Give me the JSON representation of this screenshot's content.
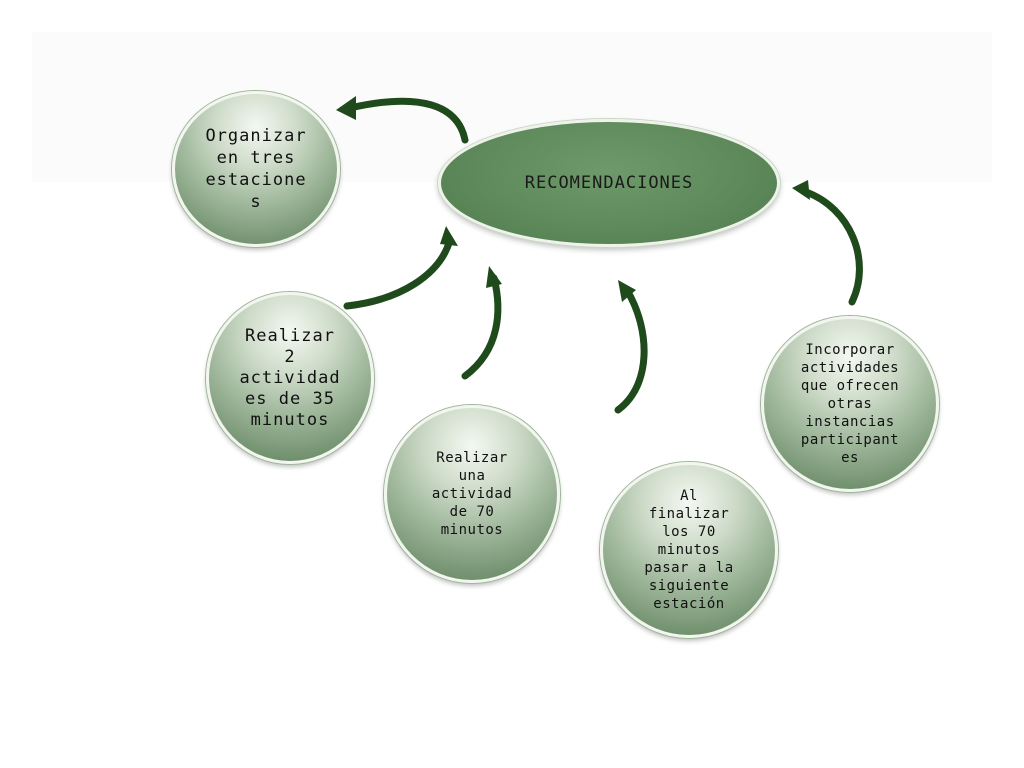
{
  "diagram": {
    "center": {
      "label": "RECOMENDACIONES"
    },
    "nodes": [
      {
        "id": "organizar",
        "label": "Organizar\nen tres\nestacione\ns"
      },
      {
        "id": "actividades-35",
        "label": "Realizar\n2\nactividad\nes de 35\nminutos"
      },
      {
        "id": "actividad-70",
        "label": "Realizar\nuna\nactividad\nde 70\nminutos"
      },
      {
        "id": "finalizar",
        "label": "Al\nfinalizar\nlos 70\nminutos\npasar a la\nsiguiente\nestación"
      },
      {
        "id": "incorporar",
        "label": "Incorporar\nactividades\nque ofrecen\notras\ninstancias\nparticipant\nes"
      }
    ]
  },
  "colors": {
    "arrow": "#1f4a1c",
    "center_fill": "#5e8a5c",
    "bubble_edge": "#5a7a58",
    "text": "#111111"
  }
}
